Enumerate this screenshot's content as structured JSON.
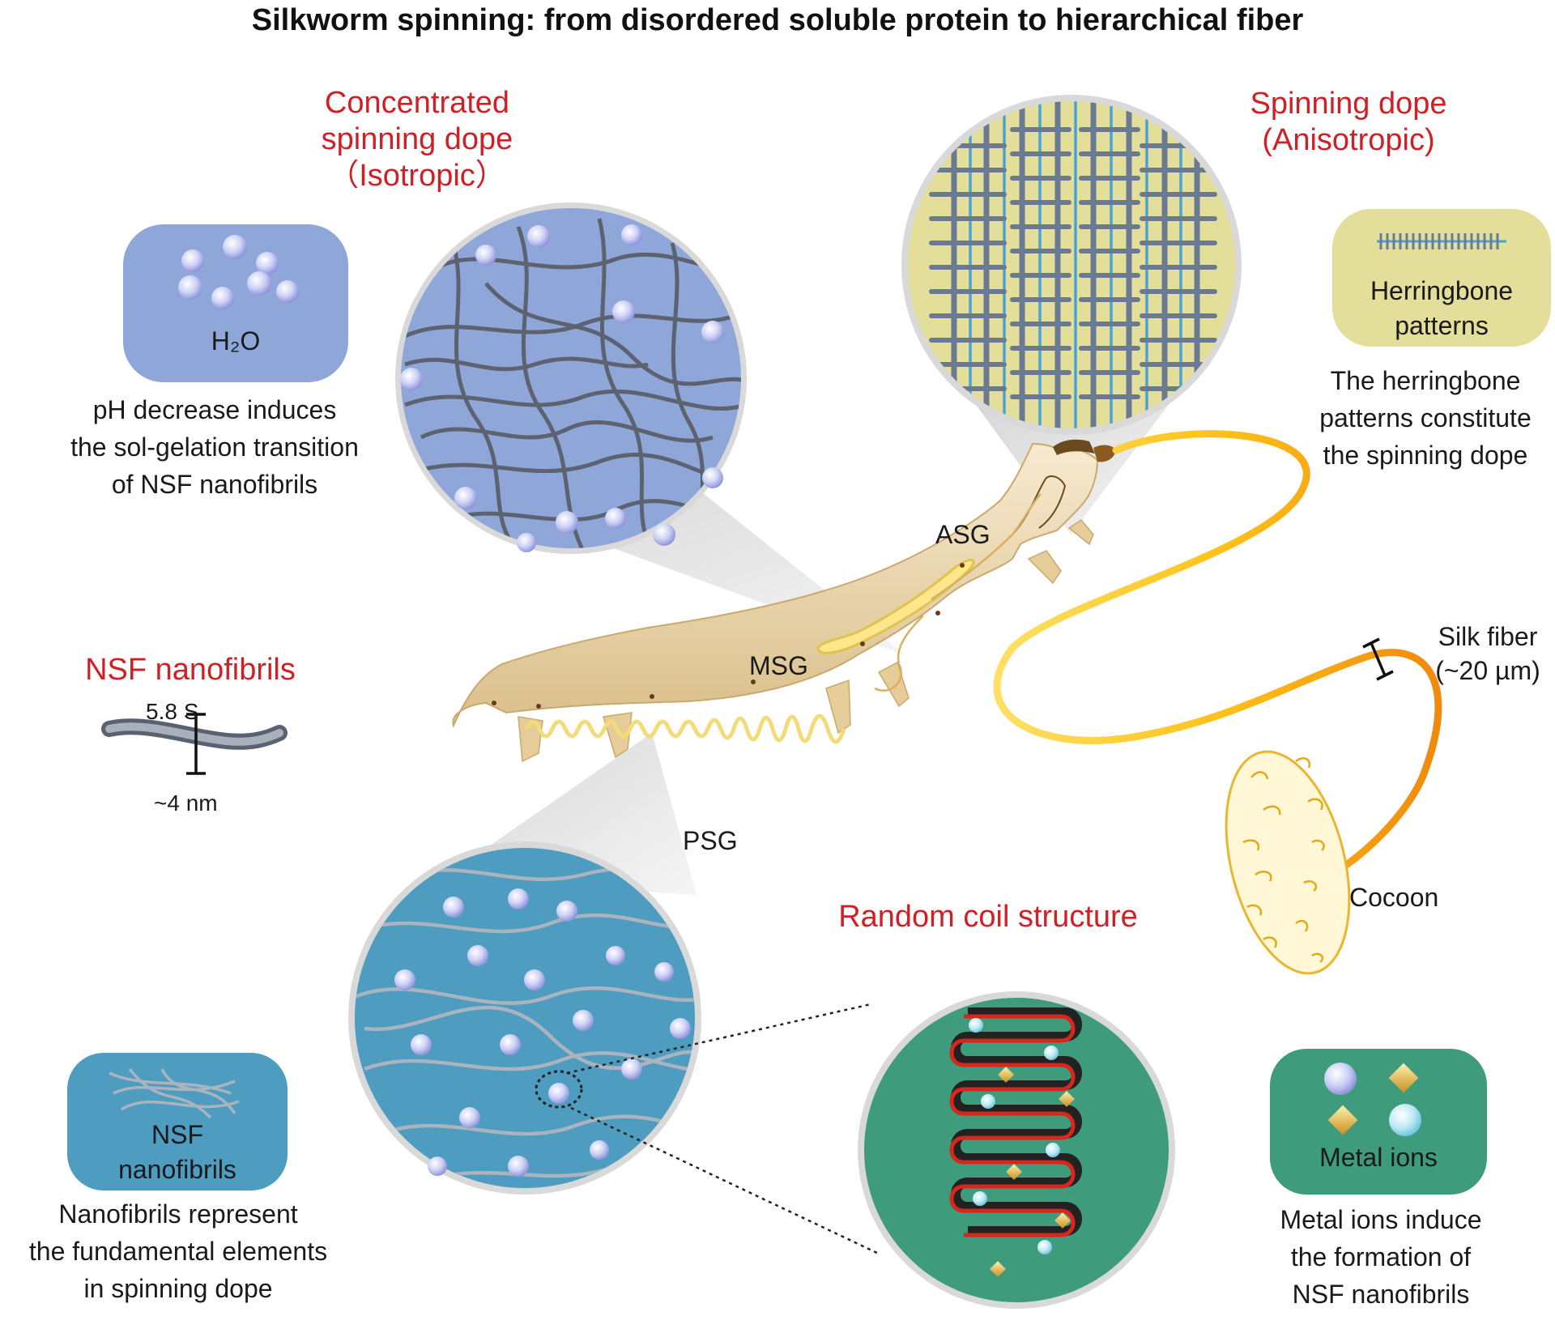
{
  "title": "Silkworm spinning: from disordered soluble protein to hierarchical fiber",
  "isotropic_dope": {
    "line1": "Concentrated",
    "line2": "spinning dope",
    "line3": "（Isotropic）"
  },
  "anisotropic_dope": {
    "line1": "Spinning dope",
    "line2": "(Anisotropic)"
  },
  "h2o_box": {
    "label": "H₂O"
  },
  "ph_text": {
    "line1": "pH decrease induces",
    "line2": "the sol-gelation transition",
    "line3": "of NSF nanofibrils"
  },
  "herringbone_box": {
    "line1": "Herringbone",
    "line2": "patterns"
  },
  "herringbone_text": {
    "line1": "The  herringbone",
    "line2": "patterns constitute",
    "line3": "the spinning dope"
  },
  "gland_labels": {
    "asg": "ASG",
    "msg": "MSG",
    "psg": "PSG"
  },
  "silk_fiber": {
    "line1": "Silk fiber",
    "line2": "(~20 µm)"
  },
  "nsf_nanofibrils": {
    "title": "NSF nanofibrils",
    "sedimentation": "5.8 S",
    "width": "~4 nm"
  },
  "cocoon_label": "Cocoon",
  "random_coil_title": "Random coil structure",
  "nsf_box": {
    "line1": "NSF",
    "line2": "nanofibrils"
  },
  "nanofibrils_text": {
    "line1": "Nanofibrils represent",
    "line2": "the fundamental elements",
    "line3": "in spinning dope"
  },
  "metal_box": {
    "label": "Metal ions"
  },
  "metal_text": {
    "line1": "Metal ions induce",
    "line2": "the formation of",
    "line3": "NSF nanofibrils"
  },
  "colors": {
    "title_red": "#d11f26",
    "isotropic_blue": "#8fa6d8",
    "teal_blue": "#4e9cbf",
    "dope_yellow": "#e3df9a",
    "coil_green": "#3e9c7d",
    "fiber_orange": "#f7a11a",
    "worm_cream": "#efdcae"
  },
  "icons": [
    "water-molecule-icon",
    "fibril-icon",
    "metal-ion-sphere-icon",
    "metal-ion-diamond-icon",
    "scale-bar-icon"
  ]
}
